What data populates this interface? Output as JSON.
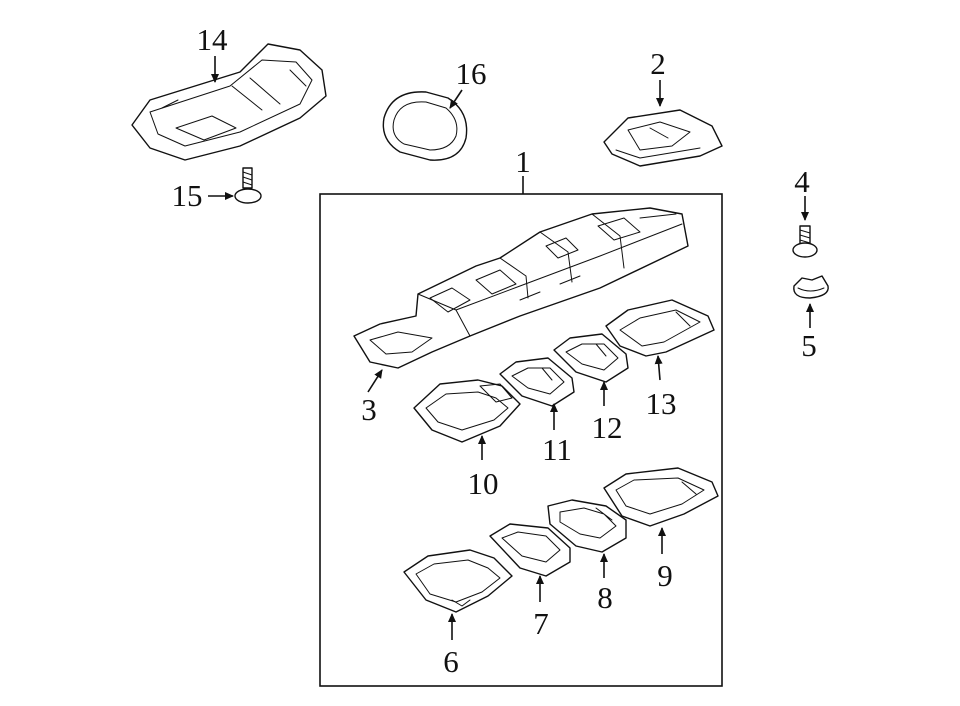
{
  "callouts": {
    "c1": "1",
    "c2": "2",
    "c3": "3",
    "c4": "4",
    "c5": "5",
    "c6": "6",
    "c7": "7",
    "c8": "8",
    "c9": "9",
    "c10": "10",
    "c11": "11",
    "c12": "12",
    "c13": "13",
    "c14": "14",
    "c15": "15",
    "c16": "16"
  },
  "colors": {
    "line": "#111111",
    "highlight": "#a9d6ee",
    "background": "#ffffff"
  }
}
